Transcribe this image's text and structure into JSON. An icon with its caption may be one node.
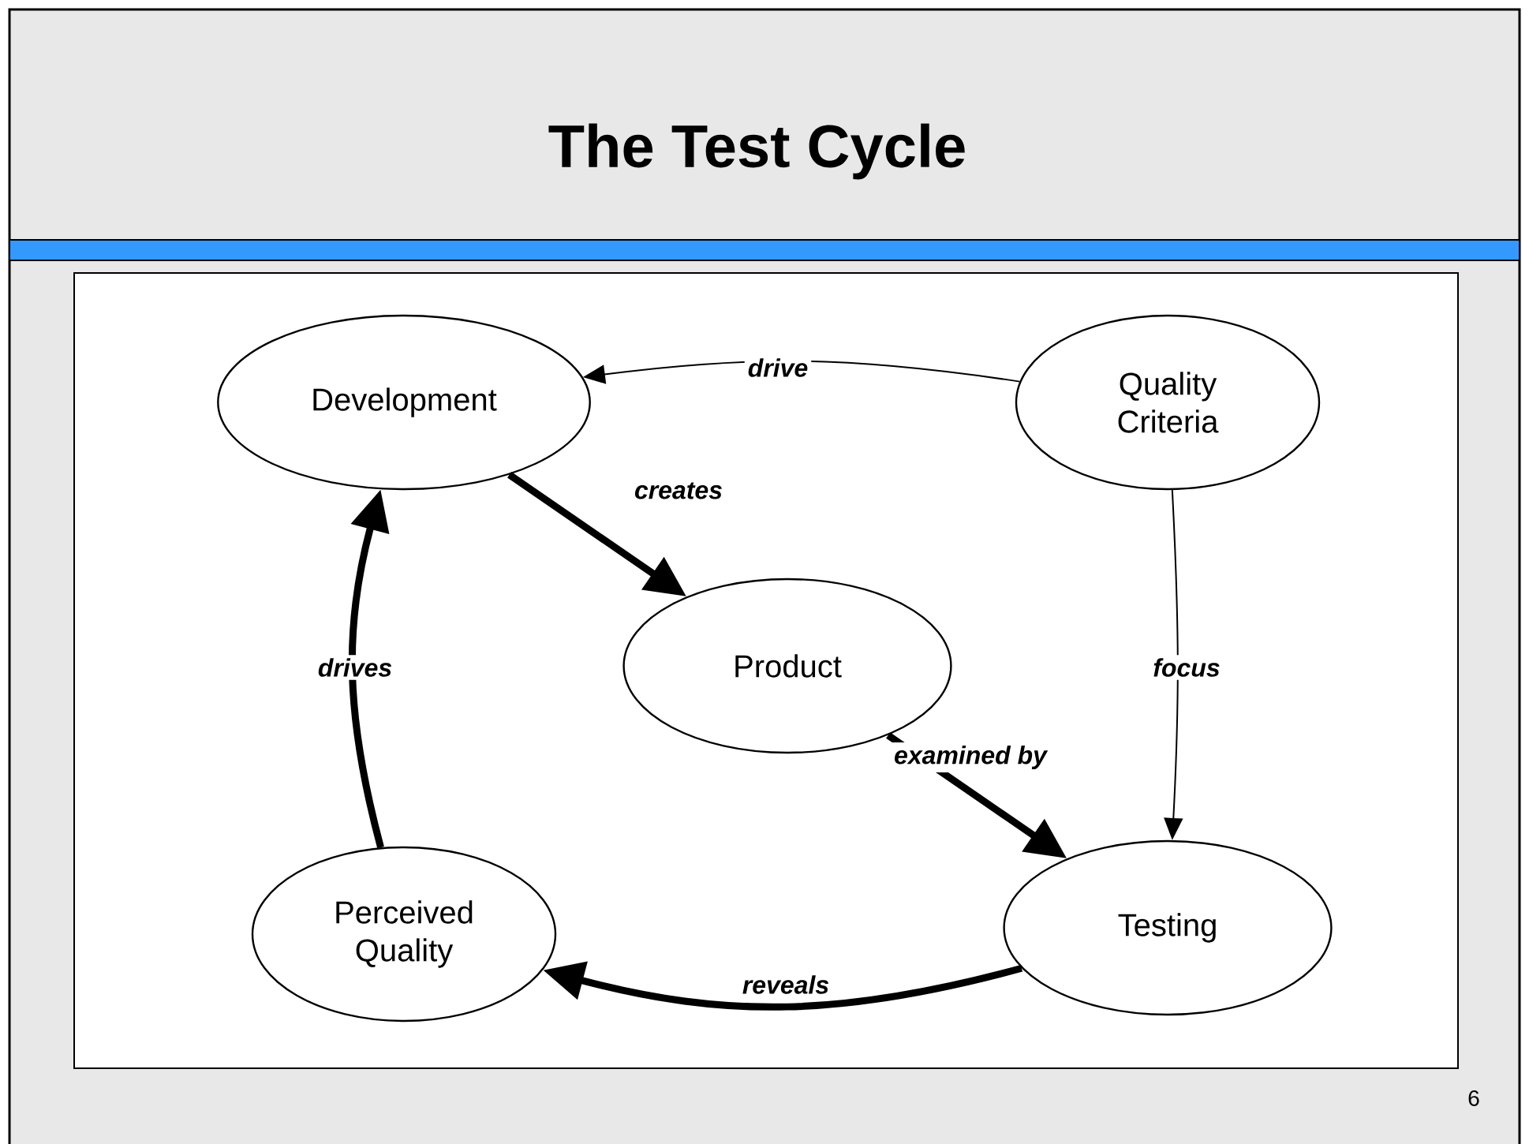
{
  "diagram": {
    "title": "The Test Cycle",
    "nodes": [
      {
        "text": [
          "Development"
        ]
      },
      {
        "text": [
          "Quality Criteria"
        ]
      },
      {
        "text": [
          "Product"
        ]
      },
      {
        "text": [
          "Perceived Quality"
        ]
      },
      {
        "text": [
          "Testing"
        ]
      }
    ],
    "edges": [
      {
        "from": 1,
        "to": 0,
        "arrow": "to",
        "label": "drive"
      },
      {
        "from": 0,
        "to": 2,
        "arrow": "to",
        "label": "creates"
      },
      {
        "from": 2,
        "to": 4,
        "arrow": "to",
        "label": "examined by"
      },
      {
        "from": 1,
        "to": 4,
        "arrow": "to",
        "label": "focus"
      },
      {
        "from": 4,
        "to": 3,
        "arrow": "to",
        "label": "reveals"
      },
      {
        "from": 3,
        "to": 0,
        "arrow": "to",
        "label": "drives"
      }
    ],
    "labels": [
      "6"
    ]
  }
}
